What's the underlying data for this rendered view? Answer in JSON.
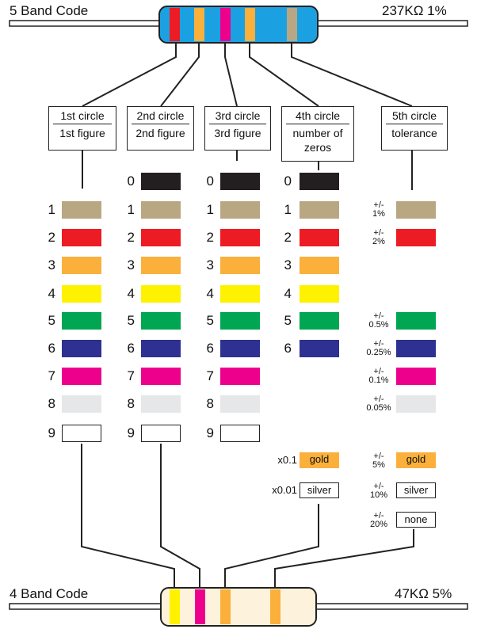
{
  "top": {
    "title": "5 Band Code",
    "value": "237KΩ  1%"
  },
  "bottom": {
    "title": "4 Band Code",
    "value": "47KΩ  5%"
  },
  "headers": [
    {
      "line1": "1st circle",
      "line2": "1st figure"
    },
    {
      "line1": "2nd circle",
      "line2": "2nd figure"
    },
    {
      "line1": "3rd circle",
      "line2": "3rd figure"
    },
    {
      "line1": "4th circle",
      "line2": "number of zeros"
    },
    {
      "line1": "5th circle",
      "line2": "tolerance"
    }
  ],
  "colors": {
    "black": "#231f20",
    "brown": "#b8a782",
    "red": "#ed1c24",
    "orange": "#fbb03b",
    "yellow": "#fff200",
    "green": "#00a651",
    "blue": "#2e3192",
    "violet": "#ec008c",
    "grey": "#e6e7e8",
    "white": "#ffffff",
    "gold": "#fbb03b",
    "silver": "#ffffff",
    "resistor5": "#1ba1e2",
    "resistor4": "#fdf3dc"
  },
  "digits": [
    "0",
    "1",
    "2",
    "3",
    "4",
    "5",
    "6",
    "7",
    "8",
    "9"
  ],
  "col1_digits": [
    "1",
    "2",
    "3",
    "4",
    "5",
    "6",
    "7",
    "8",
    "9"
  ],
  "col4_digits": [
    "0",
    "1",
    "2",
    "3",
    "4",
    "5",
    "6"
  ],
  "tolerances": [
    {
      "sign": "+/-",
      "value": "1%"
    },
    {
      "sign": "+/-",
      "value": "2%"
    },
    {
      "sign": "+/-",
      "value": "0.5%"
    },
    {
      "sign": "+/-",
      "value": "0.25%"
    },
    {
      "sign": "+/-",
      "value": "0.1%"
    },
    {
      "sign": "+/-",
      "value": "0.05%"
    },
    {
      "sign": "+/-",
      "value": "5%"
    },
    {
      "sign": "+/-",
      "value": "10%"
    },
    {
      "sign": "+/-",
      "value": "20%"
    }
  ],
  "multipliers": [
    {
      "factor": "x0.1",
      "label": "gold"
    },
    {
      "factor": "x0.01",
      "label": "silver"
    }
  ],
  "none_label": "none"
}
